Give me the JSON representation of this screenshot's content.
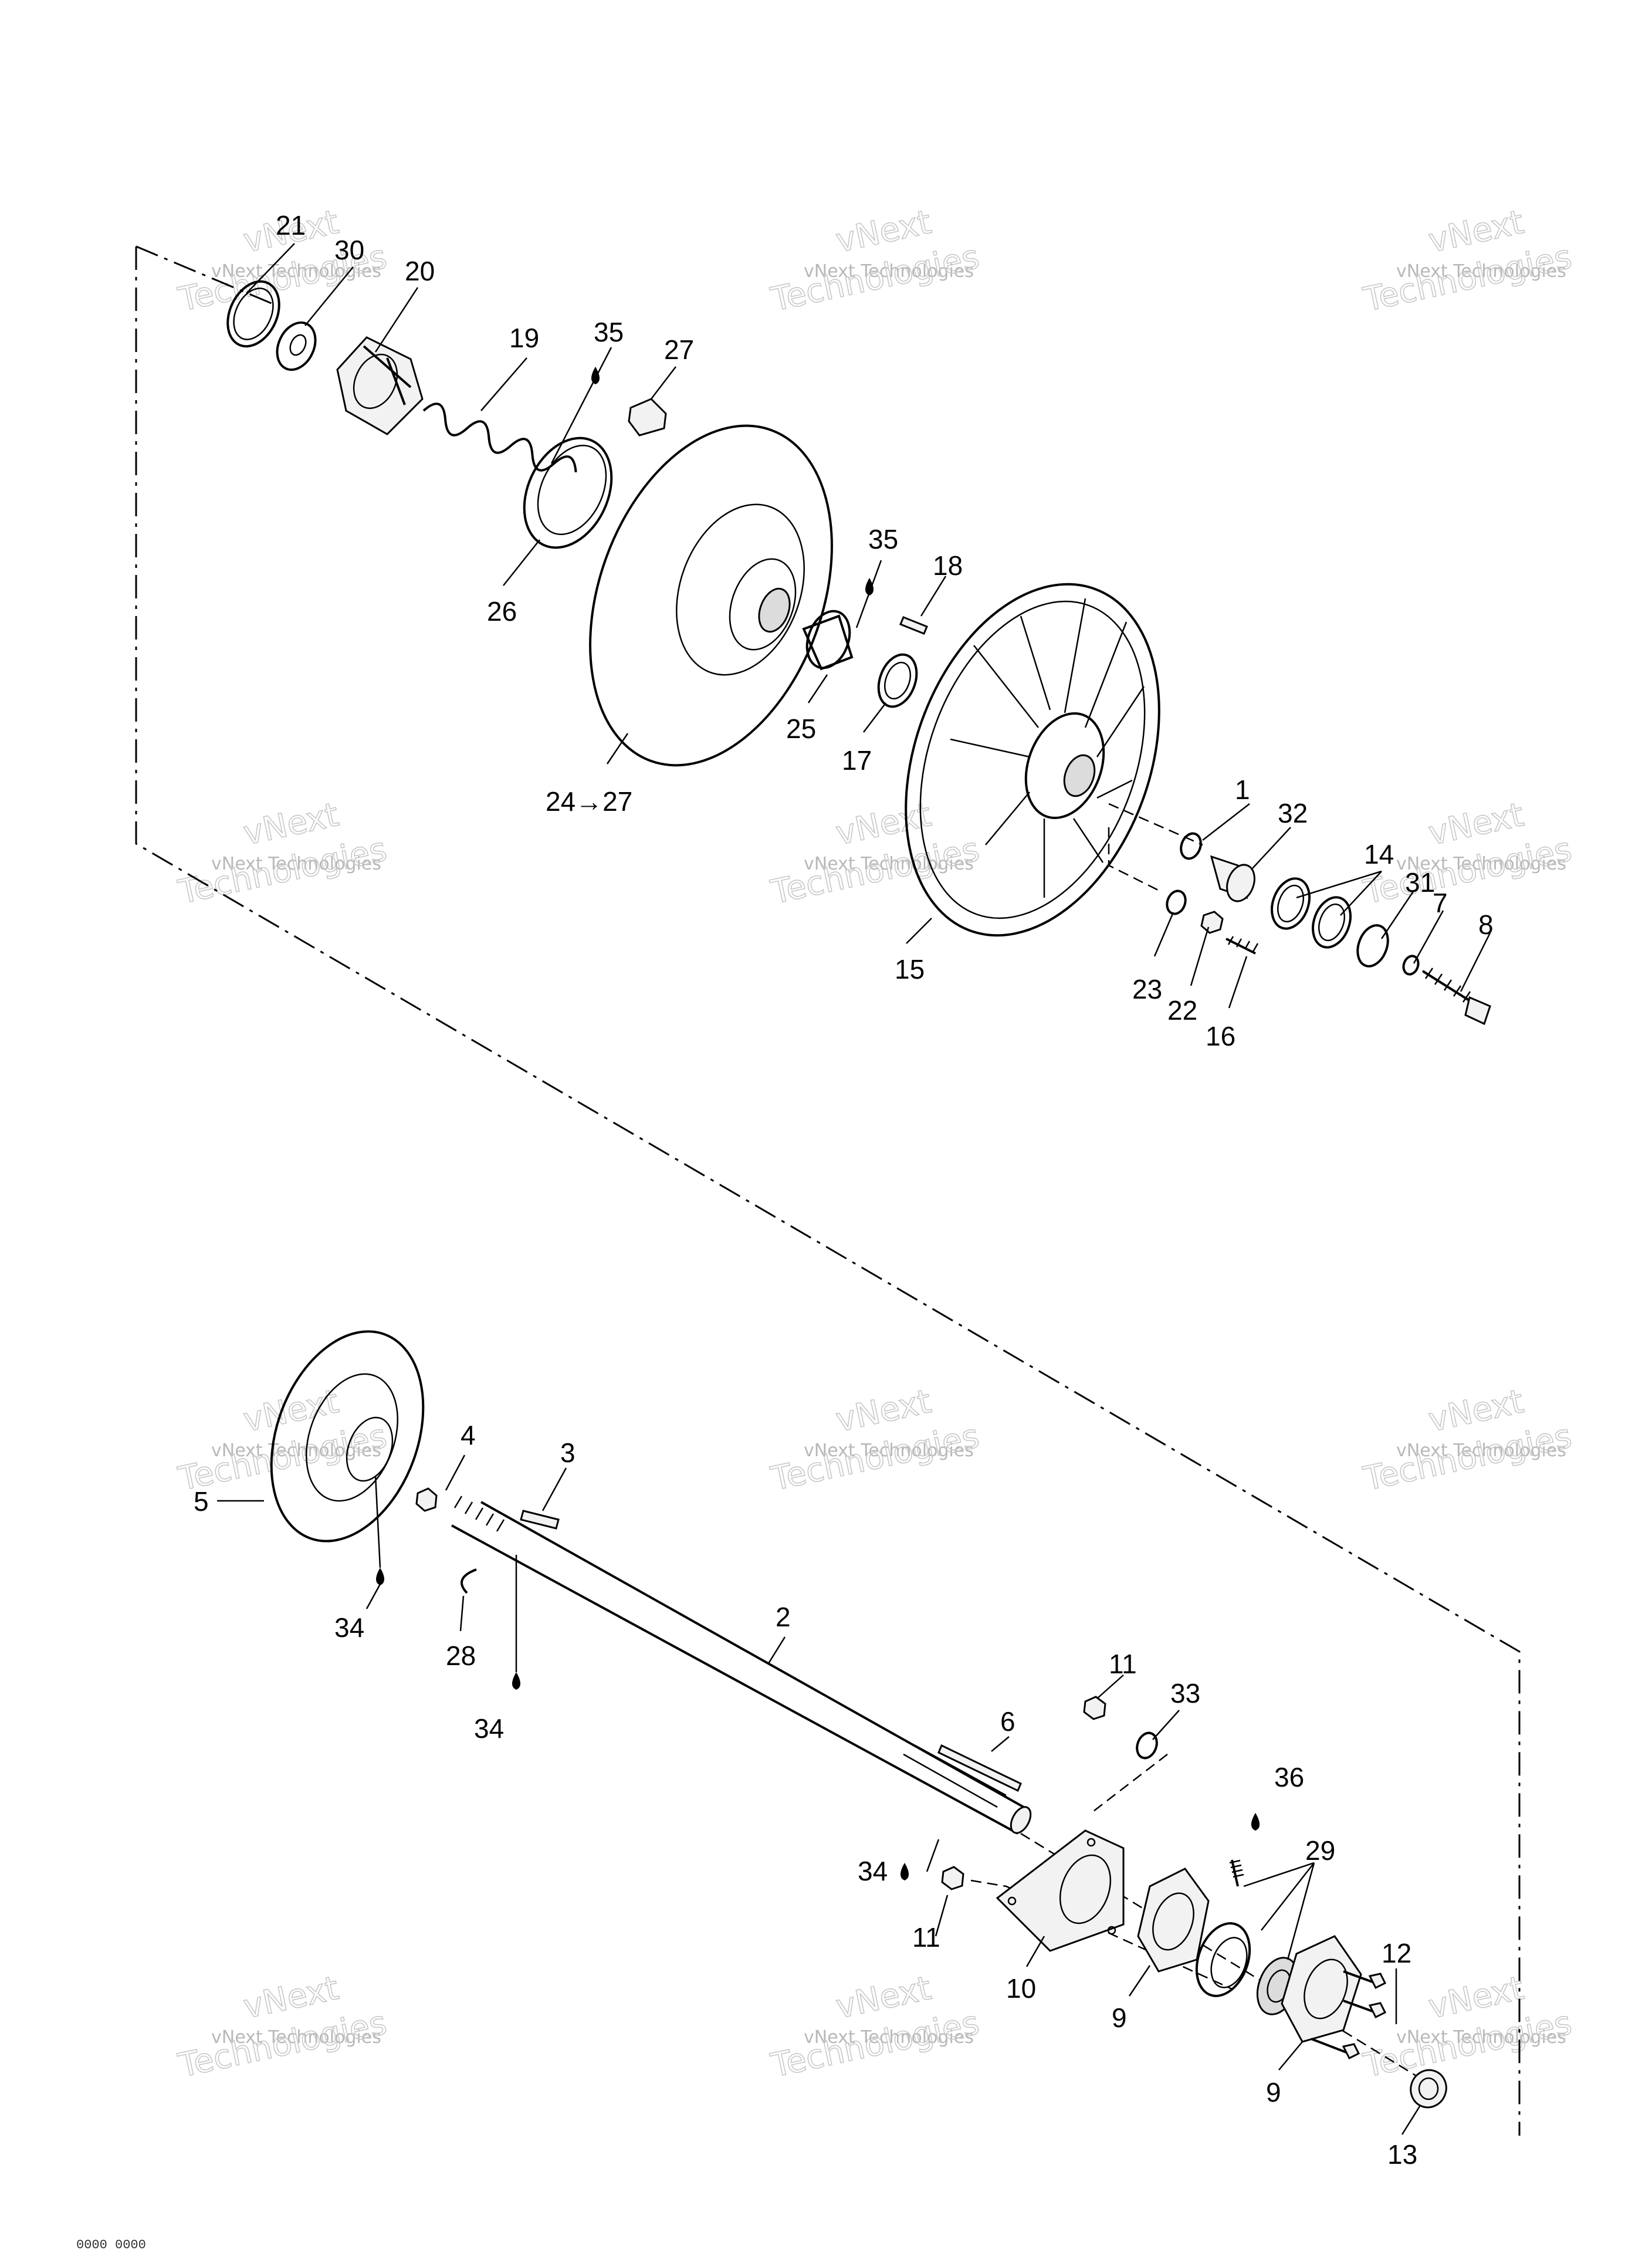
{
  "watermark": {
    "line1": "vNext Technologies",
    "line2": "Technologies",
    "line3": "vNext"
  },
  "callouts": [
    "21",
    "30",
    "20",
    "19",
    "35",
    "27",
    "26",
    "35",
    "18",
    "25",
    "17",
    "24→27",
    "1",
    "32",
    "14",
    "31",
    "7",
    "8",
    "15",
    "23",
    "22",
    "16",
    "4",
    "3",
    "5",
    "34",
    "28",
    "34",
    "2",
    "11",
    "33",
    "6",
    "36",
    "29",
    "34",
    "11",
    "10",
    "9",
    "12",
    "9",
    "13"
  ],
  "footer_code": "0000 0000",
  "colors": {
    "line": "#000000",
    "watermark": "#bdbdbd",
    "background": "#ffffff"
  }
}
